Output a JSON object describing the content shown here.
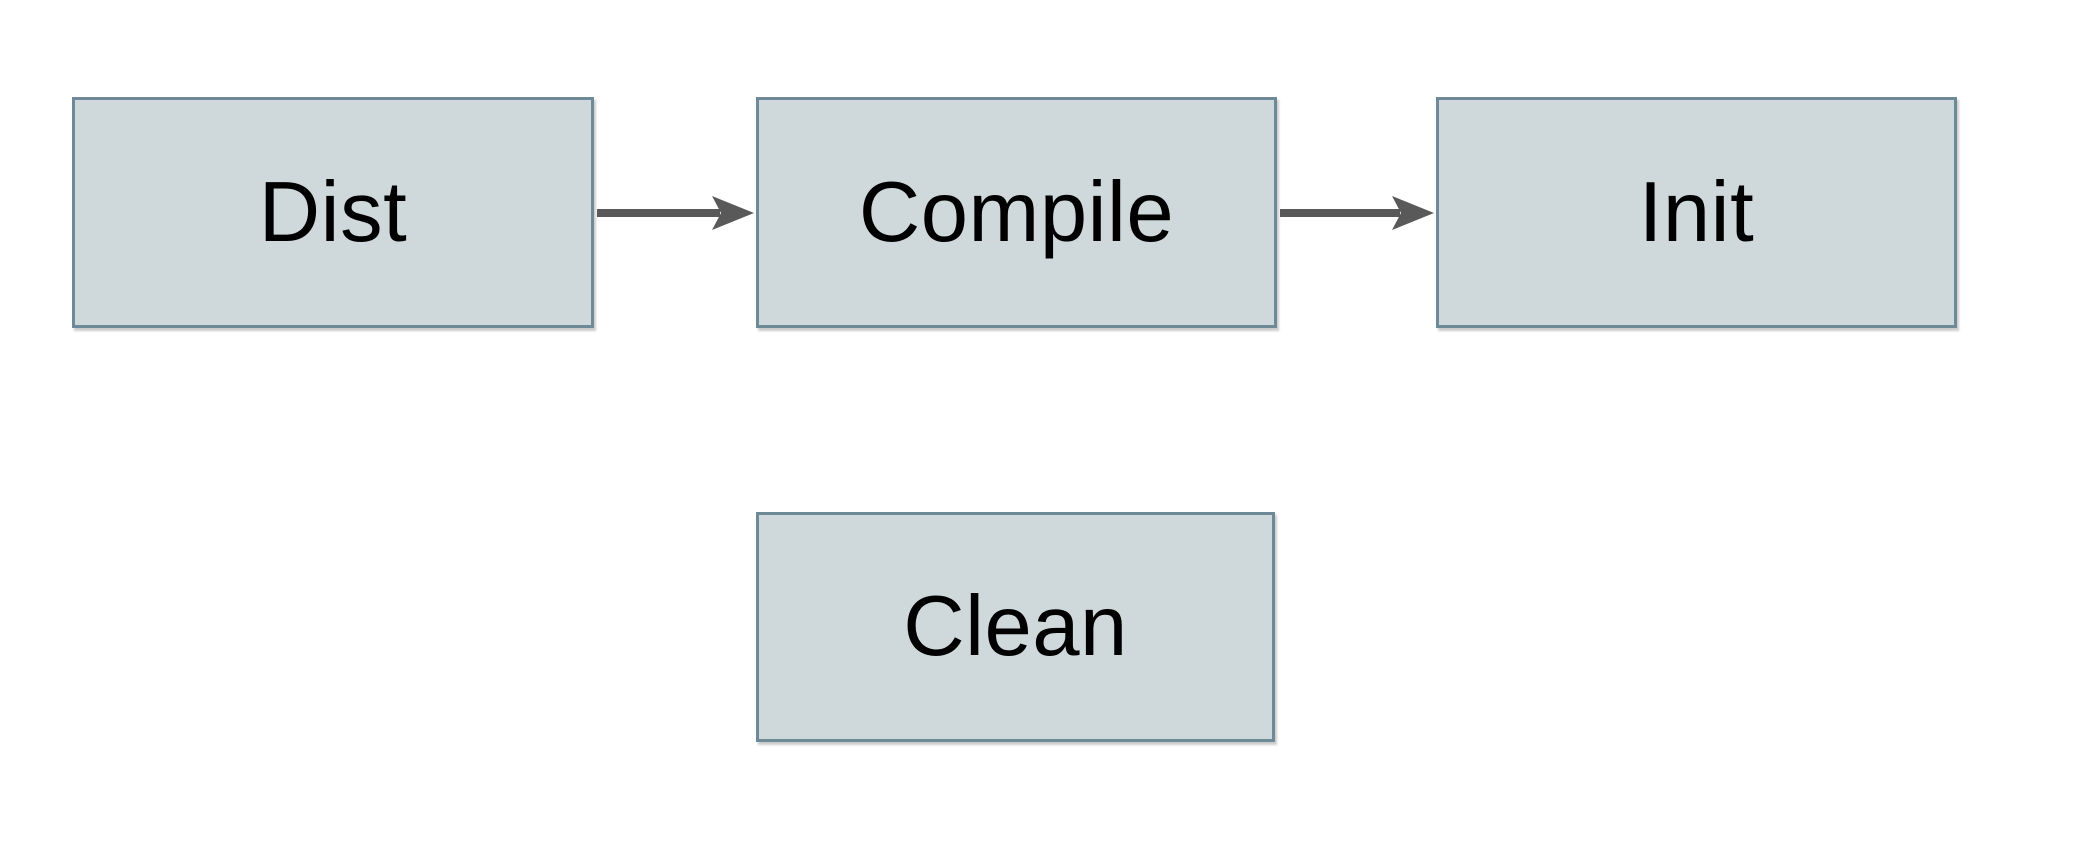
{
  "diagram": {
    "background_color": "#ffffff",
    "node_fill_color": "#cfd8da",
    "node_border_color": "#6e8998",
    "node_text_color": "#000000",
    "arrow_color": "#595959",
    "nodes": [
      {
        "id": "dist",
        "label": "Dist"
      },
      {
        "id": "compile",
        "label": "Compile"
      },
      {
        "id": "init",
        "label": "Init"
      },
      {
        "id": "clean",
        "label": "Clean"
      }
    ],
    "edges": [
      {
        "from": "Dist",
        "to": "Compile",
        "direction": "right"
      },
      {
        "from": "Compile",
        "to": "Init",
        "direction": "right"
      }
    ]
  }
}
